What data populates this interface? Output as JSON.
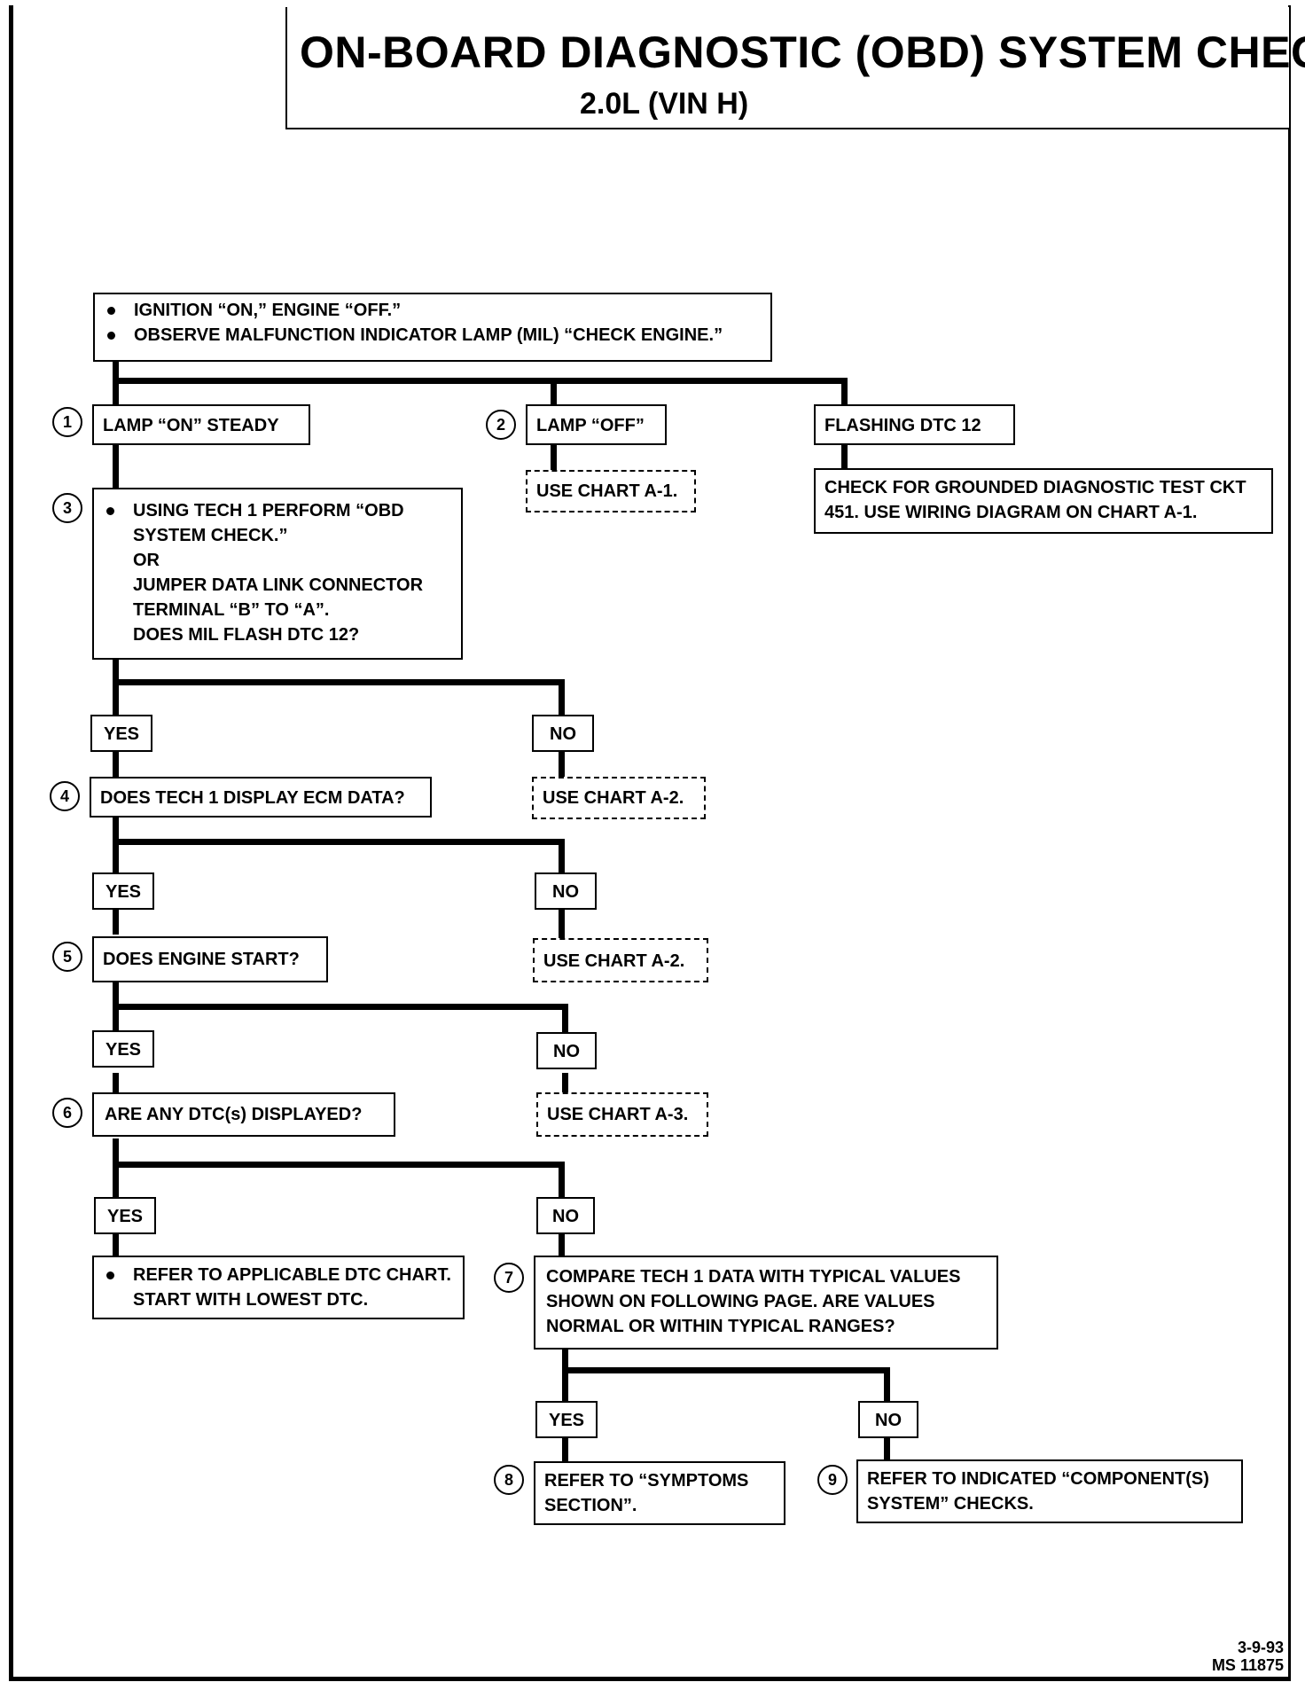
{
  "title": "ON-BOARD DIAGNOSTIC (OBD) SYSTEM CHECK",
  "subtitle": "2.0L  (VIN H)",
  "start": {
    "bullets": [
      "IGNITION “ON,” ENGINE  “OFF.”",
      "OBSERVE MALFUNCTION INDICATOR LAMP (MIL) “CHECK ENGINE.”"
    ]
  },
  "step1": {
    "num": "1",
    "text": "LAMP “ON” STEADY"
  },
  "step2": {
    "num": "2",
    "text": "LAMP “OFF”",
    "action": "USE CHART A-1."
  },
  "flashing": {
    "text": "FLASHING DTC 12",
    "action_lines": [
      "CHECK FOR GROUNDED DIAGNOSTIC TEST CKT",
      "451.  USE WIRING DIAGRAM ON CHART A-1."
    ]
  },
  "step3": {
    "num": "3",
    "lines": [
      "USING TECH 1 PERFORM “OBD",
      "SYSTEM CHECK.”",
      "OR",
      "JUMPER DATA LINK CONNECTOR",
      "TERMINAL “B” TO “A”.",
      "DOES MIL FLASH DTC 12?"
    ]
  },
  "answers": {
    "yes": "YES",
    "no": "NO"
  },
  "step4": {
    "num": "4",
    "text": "DOES TECH 1 DISPLAY ECM DATA?",
    "no_action": "USE CHART A-2."
  },
  "step5": {
    "num": "5",
    "text": "DOES ENGINE START?",
    "no_action": "USE CHART A-2."
  },
  "step6": {
    "num": "6",
    "text": "ARE ANY DTC(s) DISPLAYED?",
    "no_action": "USE CHART A-3."
  },
  "dtc_refer": {
    "lines": [
      "REFER TO APPLICABLE DTC CHART.",
      "START WITH LOWEST DTC."
    ]
  },
  "step7": {
    "num": "7",
    "lines": [
      "COMPARE TECH 1 DATA WITH TYPICAL VALUES",
      "SHOWN ON FOLLOWING PAGE.  ARE VALUES",
      "NORMAL OR WITHIN TYPICAL RANGES?"
    ]
  },
  "step8": {
    "num": "8",
    "lines": [
      "REFER TO “SYMPTOMS",
      "SECTION”."
    ]
  },
  "step9": {
    "num": "9",
    "lines": [
      "REFER TO INDICATED “COMPONENT(S)",
      "SYSTEM” CHECKS."
    ]
  },
  "footer": {
    "date": "3-9-93",
    "code": "MS 11875"
  }
}
